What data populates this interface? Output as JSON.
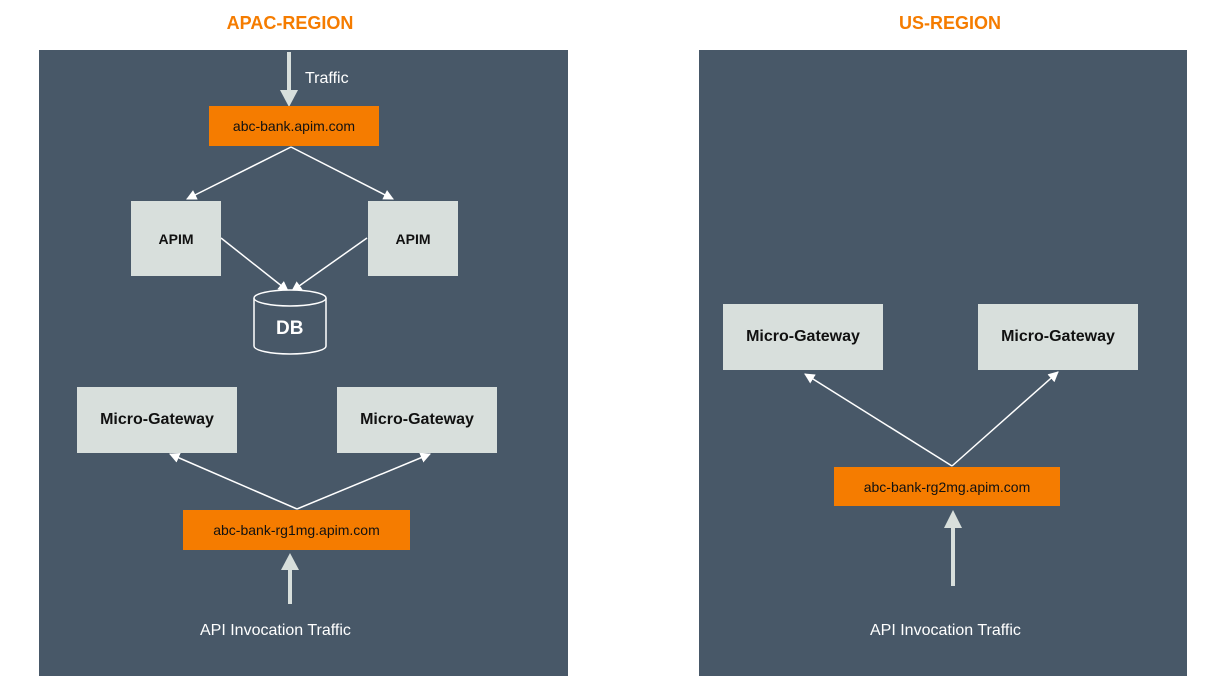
{
  "regions": {
    "apac": {
      "title": "APAC-REGION",
      "traffic_label": "Traffic",
      "lb_domain": "abc-bank.apim.com",
      "apim_left": "APIM",
      "apim_right": "APIM",
      "db_label": "DB",
      "mg_left": "Micro-Gateway",
      "mg_right": "Micro-Gateway",
      "mg_domain": "abc-bank-rg1mg.apim.com",
      "invocation_label": "API Invocation Traffic"
    },
    "us": {
      "title": "US-REGION",
      "mg_left": "Micro-Gateway",
      "mg_right": "Micro-Gateway",
      "mg_domain": "abc-bank-rg2mg.apim.com",
      "invocation_label": "API Invocation Traffic"
    }
  },
  "colors": {
    "accent": "#f57c00",
    "panel": "#485868",
    "node": "#d8dfdc",
    "line": "#ffffff"
  }
}
